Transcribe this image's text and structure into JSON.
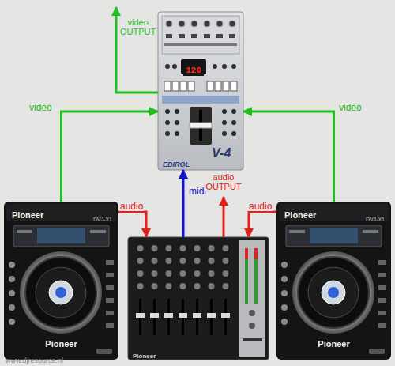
{
  "diagram": {
    "nodes": [
      {
        "text": [
          "120",
          "EDIROL",
          "V-4"
        ]
      },
      {
        "text": [
          "Pioneer",
          "DVJ-X1",
          "Pioneer"
        ]
      },
      {
        "text": [
          "Pioneer"
        ]
      },
      {
        "text": [
          "Pioneer",
          "DVJ-X1",
          "Pioneer"
        ]
      }
    ],
    "edges": [
      {
        "from": 1,
        "to": 0,
        "label": "video",
        "arrow": "to"
      },
      {
        "from": 3,
        "to": 0,
        "label": "video",
        "arrow": "to"
      },
      {
        "from": 1,
        "to": 2,
        "label": "audio",
        "arrow": "to"
      },
      {
        "from": 2,
        "to": 0,
        "label": "midi",
        "arrow": "to"
      },
      {
        "from": 3,
        "to": 2,
        "label": "audio",
        "arrow": "to"
      }
    ],
    "labels": [
      "video OUTPUT",
      "audio OUTPUT",
      "www.djresource.nl"
    ]
  }
}
